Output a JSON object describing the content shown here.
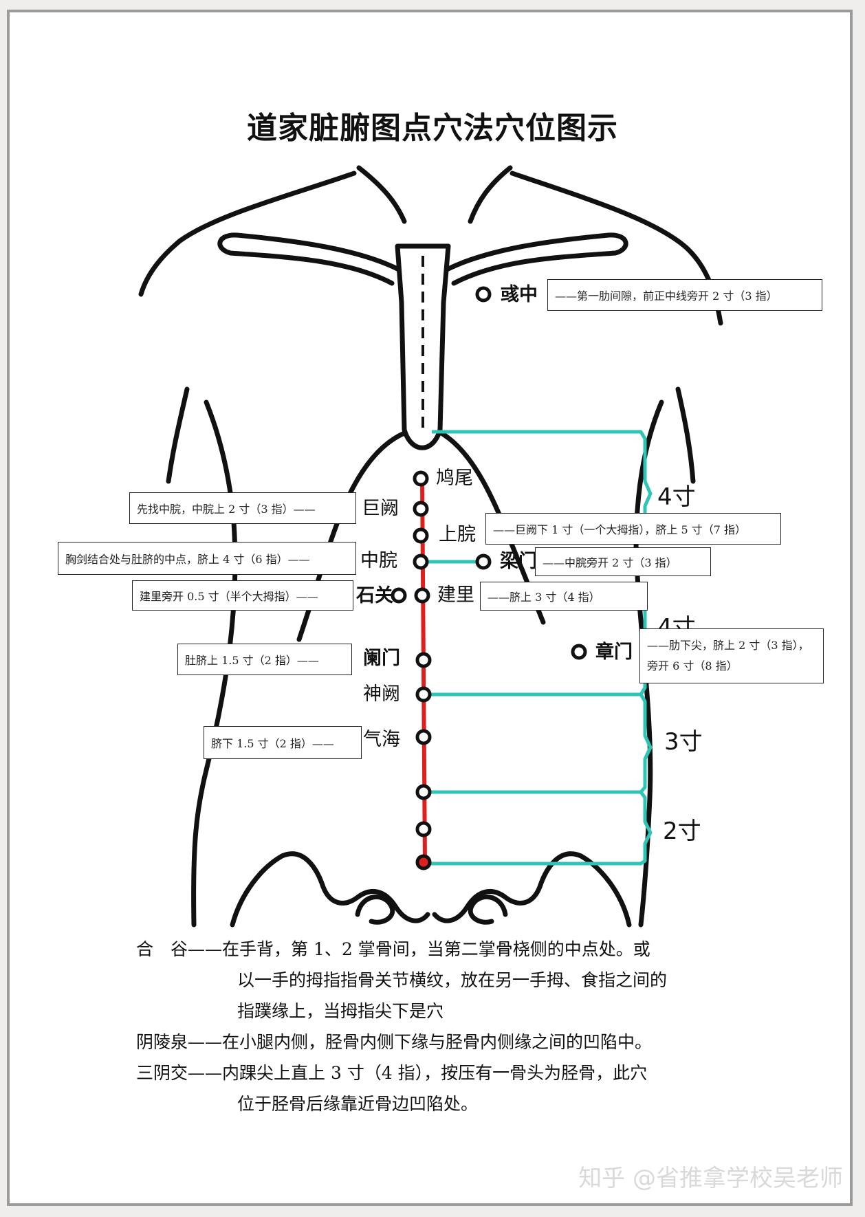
{
  "title": "道家脏腑图点穴法穴位图示",
  "colors": {
    "meridian": "#dd1f1f",
    "bracket": "#2ec4b6",
    "outline": "#111111",
    "frame": "#9b9b9b"
  },
  "acupoints": {
    "yuzhong": "彧中",
    "jiuwei": "鸠尾",
    "juque": "巨阙",
    "shangwan": "上脘",
    "zhongwan": "中脘",
    "liangmen": "梁门",
    "shiguan": "石关",
    "jianli": "建里",
    "lanmen": "阑门",
    "zhangmen": "章门",
    "shenque": "神阙",
    "qihai": "气海"
  },
  "notes": {
    "yuzhong": "——第一肋间隙，前正中线旁开 2 寸（3 指）",
    "juque": "先找中脘，中脘上 2 寸（3 指）——",
    "shangwan": "——巨阙下 1 寸（一个大拇指），脐上 5 寸（7 指）",
    "zhongwan": "胸剑结合处与肚脐的中点，脐上 4 寸（6 指）——",
    "liangmen": "——中脘旁开 2 寸（3 指）",
    "shiguan": "建里旁开 0.5 寸（半个大拇指）——",
    "jianli": "——脐上 3 寸（4 指）",
    "lanmen": "肚脐上 1.5 寸（2 指）——",
    "zhangmen_line1": "——肋下尖，脐上 2 寸（3 指），",
    "zhangmen_line2": "旁开 6 寸（8 指）",
    "qihai": "脐下 1.5 寸（2 指）——"
  },
  "measures": [
    "4寸",
    "4寸",
    "3寸",
    "2寸"
  ],
  "descriptions": [
    {
      "term": "合　谷——",
      "lines": [
        "在手背，第 1、2 掌骨间，当第二掌骨桡侧的中点处。或",
        "以一手的拇指指骨关节横纹，放在另一手拇、食指之间的",
        "指蹼缘上，当拇指尖下是穴"
      ]
    },
    {
      "term": "阴陵泉——",
      "lines": [
        "在小腿内侧，胫骨内侧下缘与胫骨内侧缘之间的凹陷中。"
      ]
    },
    {
      "term": "三阴交——",
      "lines": [
        "内踝尖上直上 3 寸（4 指），按压有一骨头为胫骨，此穴",
        "位于胫骨后缘靠近骨边凹陷处。"
      ]
    }
  ],
  "watermark": "知乎 @省推拿学校吴老师"
}
